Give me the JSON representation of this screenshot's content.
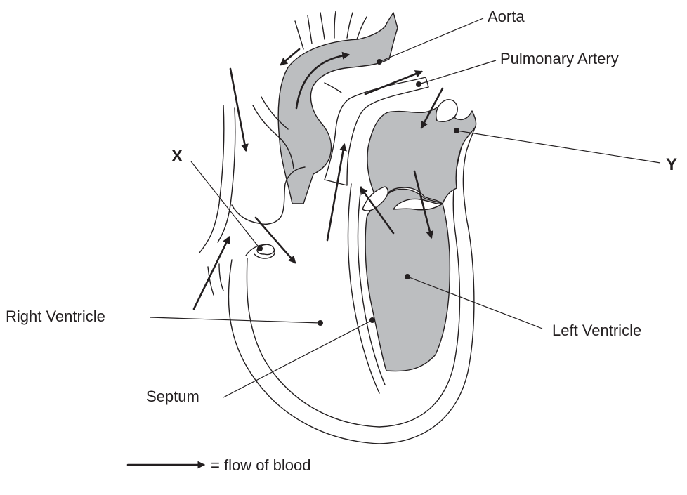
{
  "labels": {
    "aorta": "Aorta",
    "pulmonary_artery": "Pulmonary Artery",
    "y": "Y",
    "x": "X",
    "right_ventricle": "Right Ventricle",
    "left_ventricle": "Left Ventricle",
    "septum": "Septum"
  },
  "legend": {
    "text": "= flow of blood"
  },
  "colors": {
    "outline": "#231f20",
    "oxygenated_fill": "#bcbec0",
    "background": "#ffffff"
  }
}
